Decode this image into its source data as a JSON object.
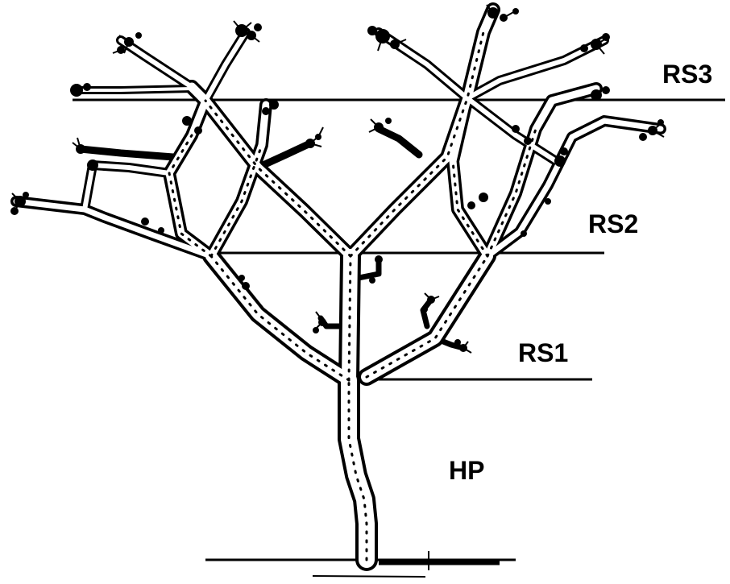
{
  "diagram": {
    "labels": {
      "rs3": "RS3",
      "rs2": "RS2",
      "rs1": "RS1",
      "hp": "HP"
    },
    "colors": {
      "ink": "#000000",
      "bark_fill": "#ffffff",
      "background": "#ffffff"
    }
  }
}
